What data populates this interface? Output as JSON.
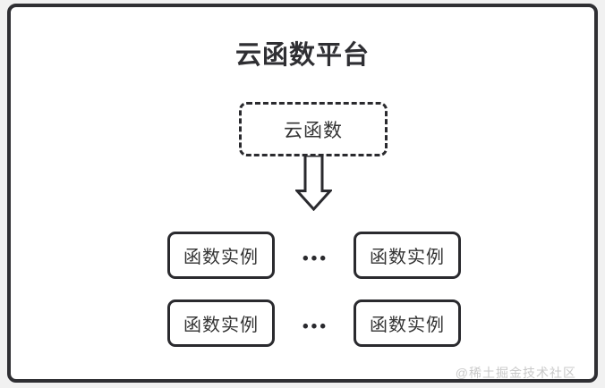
{
  "diagram": {
    "title": "云函数平台",
    "source_box": {
      "label": "云函数"
    },
    "arrow": {
      "icon": "down-arrow-icon",
      "direction": "down"
    },
    "rows": [
      {
        "left": "函数实例",
        "ellipsis": "•••",
        "right": "函数实例"
      },
      {
        "left": "函数实例",
        "ellipsis": "•••",
        "right": "函数实例"
      }
    ],
    "watermark": "@稀土掘金技术社区"
  },
  "colors": {
    "border": "#2f2f33",
    "text": "#333333",
    "watermark": "#c9c9c9",
    "page_background": "#f1f1f1",
    "card_background": "#ffffff"
  }
}
